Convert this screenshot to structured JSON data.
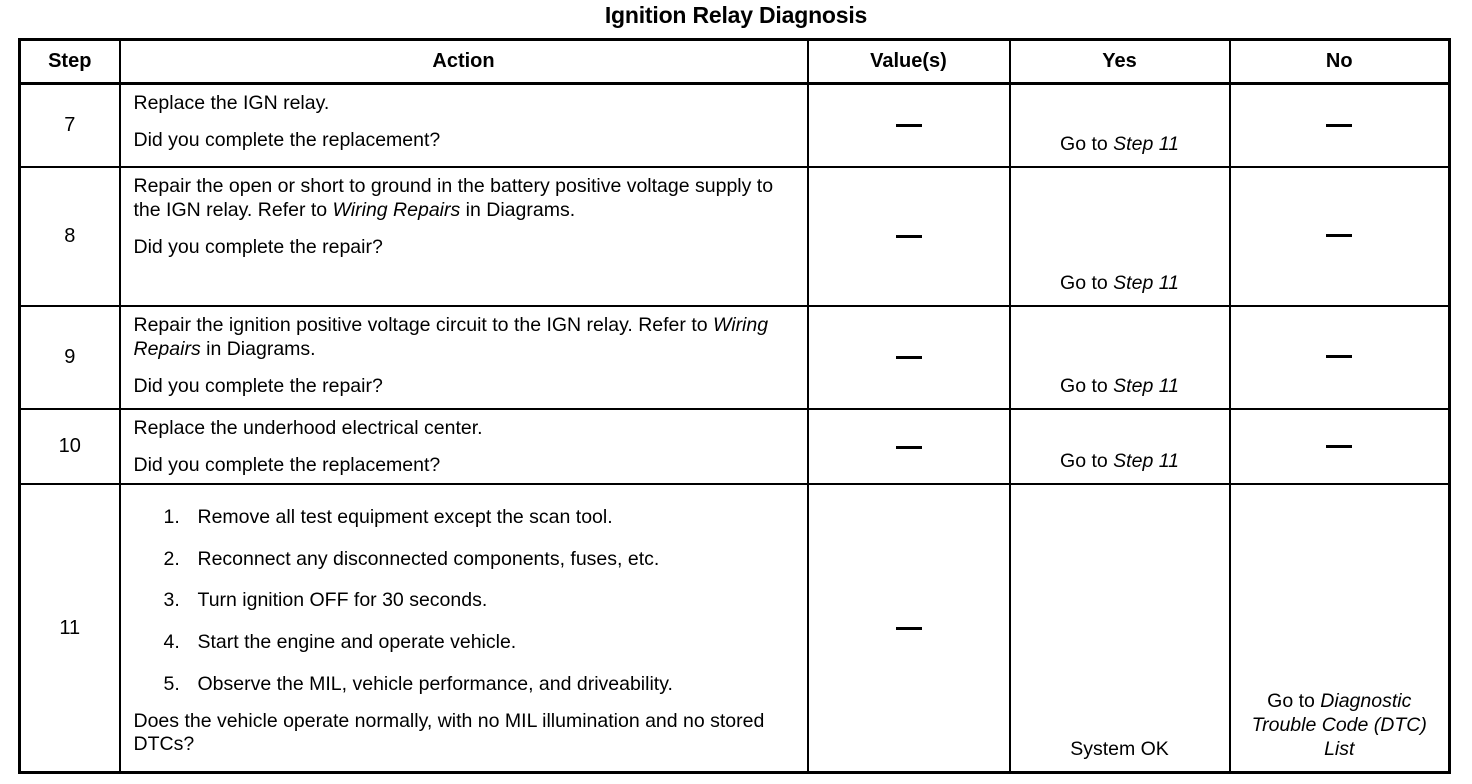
{
  "document": {
    "title": "Ignition Relay Diagnosis"
  },
  "table": {
    "headers": {
      "step": "Step",
      "action": "Action",
      "value": "Value(s)",
      "yes": "Yes",
      "no": "No"
    },
    "dash_symbol": "—",
    "rows": [
      {
        "step": "7",
        "action_lines": [
          "Replace the IGN relay.",
          "Did you complete the replacement?"
        ],
        "value": "—",
        "yes_prefix": "Go to ",
        "yes_italic": "Step 11",
        "no": "—"
      },
      {
        "step": "8",
        "action_line1_a": "Repair the open or short to ground in the battery positive voltage supply to the IGN relay. Refer to ",
        "action_line1_italic": "Wiring Repairs",
        "action_line1_b": " in Diagrams.",
        "action_line2": "Did you complete the repair?",
        "value": "—",
        "yes_prefix": "Go to ",
        "yes_italic": "Step 11",
        "no": "—"
      },
      {
        "step": "9",
        "action_line1_a": "Repair the ignition positive voltage circuit to the IGN relay. Refer to ",
        "action_line1_italic": "Wiring Repairs",
        "action_line1_b": " in Diagrams.",
        "action_line2": "Did you complete the repair?",
        "value": "—",
        "yes_prefix": "Go to ",
        "yes_italic": "Step 11",
        "no": "—"
      },
      {
        "step": "10",
        "action_lines": [
          "Replace the underhood electrical center.",
          "Did you complete the replacement?"
        ],
        "value": "—",
        "yes_prefix": "Go to ",
        "yes_italic": "Step 11",
        "no": "—"
      },
      {
        "step": "11",
        "list_items": [
          "Remove all test equipment except the scan tool.",
          "Reconnect any disconnected components, fuses, etc.",
          "Turn ignition OFF for 30 seconds.",
          "Start the engine and operate vehicle.",
          "Observe the MIL, vehicle performance, and driveability."
        ],
        "tail_question": "Does the vehicle operate normally, with no MIL illumination and no stored DTCs?",
        "value": "—",
        "yes": "System OK",
        "no_prefix": "Go to ",
        "no_italic": "Diagnostic Trouble Code (DTC) List"
      }
    ]
  }
}
